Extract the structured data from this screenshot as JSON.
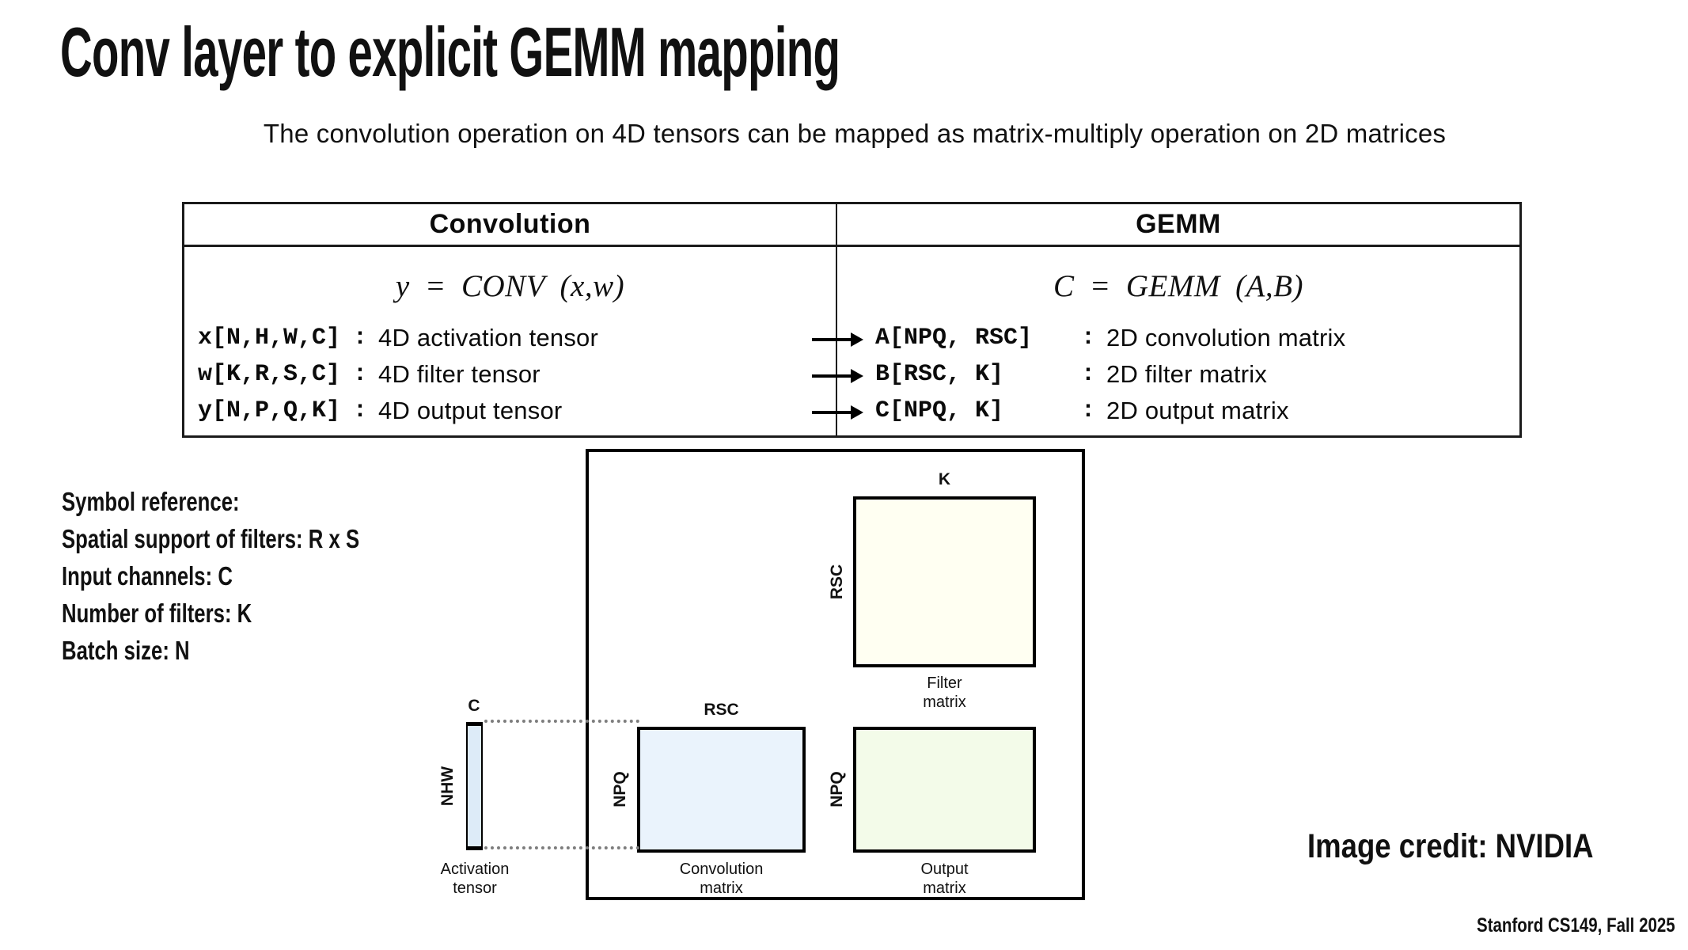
{
  "slide": {
    "title": "Conv layer to explicit GEMM mapping",
    "intro": "The convolution operation on 4D tensors can be mapped as matrix-multiply operation on 2D matrices",
    "image_credit": "Image credit: NVIDIA",
    "course_footer": "Stanford CS149, Fall 2025"
  },
  "table": {
    "headers": [
      "Convolution",
      "GEMM"
    ],
    "colon": ":",
    "conv_formula": "y = CONV (x,w)",
    "gemm_formula": "C = GEMM (A,B)",
    "conv_rows": [
      {
        "symbol": "x[N,H,W,C]",
        "desc": "4D activation tensor"
      },
      {
        "symbol": "w[K,R,S,C]",
        "desc": "4D filter tensor"
      },
      {
        "symbol": "y[N,P,Q,K]",
        "desc": "4D output tensor"
      }
    ],
    "gemm_rows": [
      {
        "symbol": "A[NPQ, RSC]",
        "desc": "2D convolution matrix"
      },
      {
        "symbol": "B[RSC, K]",
        "desc": "2D filter matrix"
      },
      {
        "symbol": "C[NPQ, K]",
        "desc": "2D output matrix"
      }
    ]
  },
  "symbol_reference": {
    "lines": [
      "Symbol reference:",
      "Spatial support of filters: R x S",
      "Input channels: C",
      "Number of filters: K",
      "Batch size: N"
    ]
  },
  "diagram": {
    "filter_matrix": {
      "label_top": "K",
      "label_side": "RSC",
      "caption": [
        "Filter",
        "matrix"
      ],
      "fill": "#FFFFF2"
    },
    "convolution_matrix": {
      "label_top": "RSC",
      "label_side": "NPQ",
      "caption": [
        "Convolution",
        "matrix"
      ],
      "fill": "#EAF3FC"
    },
    "output_matrix": {
      "label_side": "NPQ",
      "caption": [
        "Output",
        "matrix"
      ],
      "fill": "#F3FBE9"
    },
    "activation_tensor": {
      "label_top": "C",
      "label_side": "NHW",
      "caption": [
        "Activation",
        "tensor"
      ],
      "fill": "#DDEBF8"
    }
  }
}
